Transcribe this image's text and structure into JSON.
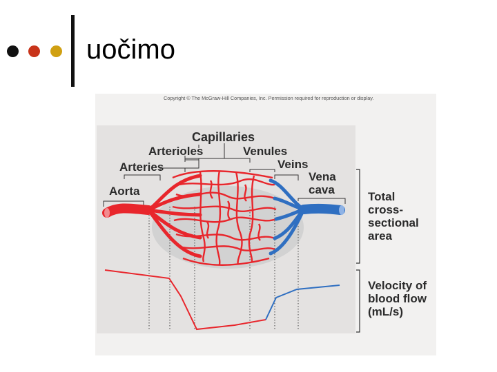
{
  "slide": {
    "title": "uočimo",
    "bullet_colors": [
      "#111111",
      "#c8341a",
      "#d0a012"
    ]
  },
  "figure": {
    "copyright": "Copyright © The McGraw-Hill Companies, Inc. Permission required for reproduction or display.",
    "vessel_labels": {
      "capillaries": "Capillaries",
      "arterioles": "Arterioles",
      "venules": "Venules",
      "arteries": "Arteries",
      "veins": "Veins",
      "vena_cava_line1": "Vena",
      "vena_cava_line2": "cava",
      "aorta": "Aorta"
    },
    "side_labels": {
      "total_area_line1": "Total",
      "total_area_line2": "cross-",
      "total_area_line3": "sectional",
      "total_area_line4": "area",
      "velocity_line1": "Velocity of",
      "velocity_line2": "blood flow",
      "velocity_line3": "(mL/s)"
    },
    "colors": {
      "arterial": "#e8262c",
      "venous": "#2f6fc1",
      "shadow": "#cfcfcf",
      "panel": "#e4e2e1"
    }
  }
}
